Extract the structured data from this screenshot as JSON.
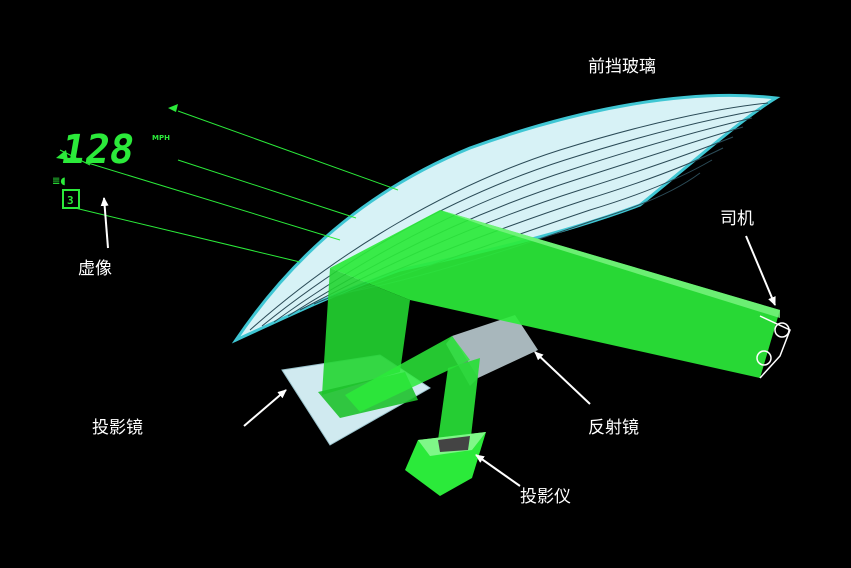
{
  "labels": {
    "windshield": "前挡玻璃",
    "driver": "司机",
    "virtual_image": "虚像",
    "projection_mirror": "投影镜",
    "reflector": "反射镜",
    "projector": "投影仪"
  },
  "hud": {
    "speed": "128",
    "unit": "MPH"
  },
  "colors": {
    "background": "#000000",
    "beam": "#2bea3a",
    "glass": "#d7f2f6",
    "glass_edge": "#3fc6d3",
    "reflector": "#a8b7bc",
    "text": "#ffffff"
  }
}
